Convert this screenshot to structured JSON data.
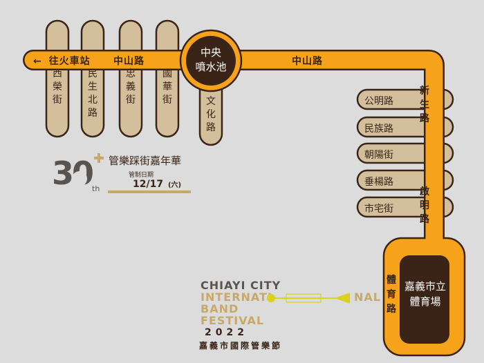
{
  "colors": {
    "background": "#dcdcdc",
    "main_road": "#f7a21b",
    "outline": "#3a2418",
    "side_street": "#d3bf9c",
    "accent_gold": "#c8a86a",
    "festival_yellow": "#d8d21c"
  },
  "roads": {
    "to_station": "往火車站",
    "arrow": "←",
    "zhongshan_west": "中山路",
    "zhongshan_east": "中山路",
    "xinsheng": [
      "新",
      "生",
      "路"
    ],
    "qiming": [
      "啟",
      "明",
      "路"
    ],
    "tiyu": [
      "體",
      "育",
      "路"
    ]
  },
  "landmarks": {
    "fountain": [
      "中央",
      "噴水池"
    ],
    "stadium": [
      "嘉義市立",
      "體育場"
    ]
  },
  "north_streets": [
    {
      "name": "西榮街",
      "chars": [
        "西",
        "榮",
        "街"
      ]
    },
    {
      "name": "民生北路",
      "chars": [
        "民",
        "生",
        "北",
        "路"
      ]
    },
    {
      "name": "忠義街",
      "chars": [
        "忠",
        "義",
        "街"
      ]
    },
    {
      "name": "國華街",
      "chars": [
        "國",
        "華",
        "街"
      ]
    },
    {
      "name": "文化路",
      "chars": [
        "文",
        "化",
        "路"
      ]
    }
  ],
  "east_streets": [
    "公明路",
    "民族路",
    "朝陽街",
    "垂楊路",
    "市宅街"
  ],
  "event": {
    "badge_number": "30",
    "badge_suffix": "th",
    "title": "管樂踩街嘉年華",
    "control_label": "管制日期",
    "date": "12/17",
    "weekday": "(六)"
  },
  "festival": {
    "line1": "CHIAYI CITY",
    "line2a": "INTERNATI",
    "line2b": "NAL",
    "line3": "BAND",
    "line4": "FESTIVAL",
    "year": "2022",
    "chinese_name": "嘉義市國際管樂節"
  }
}
